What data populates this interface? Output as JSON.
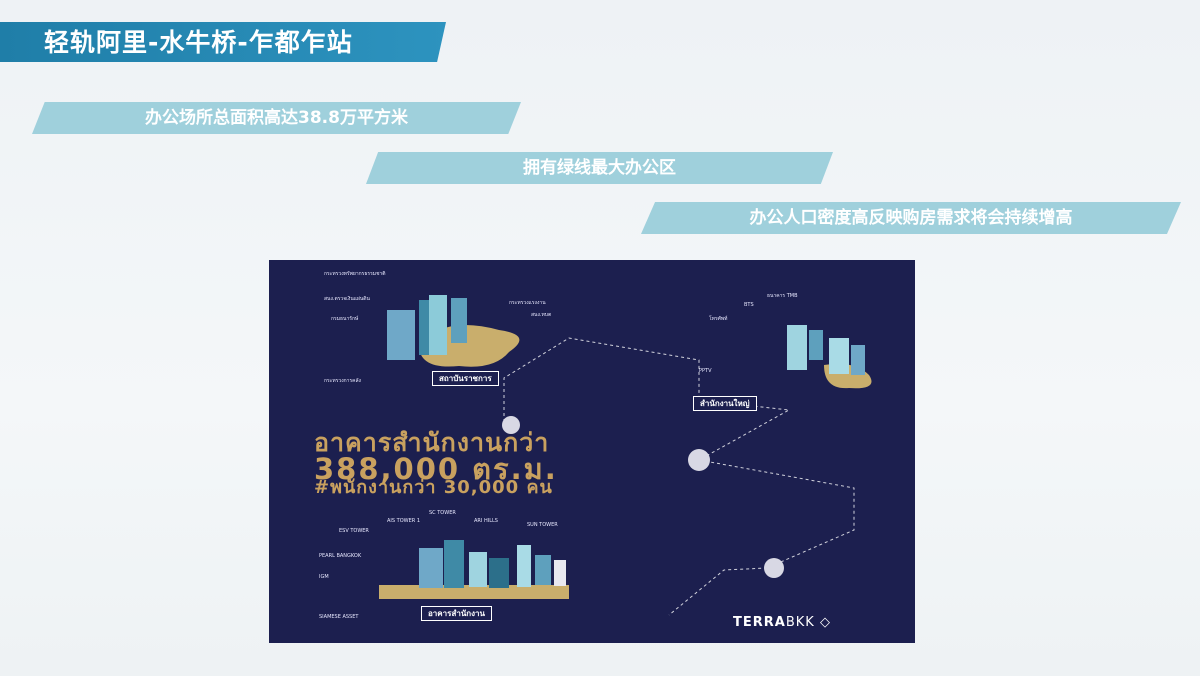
{
  "header": {
    "title": "轻轨阿里-水牛桥-乍都乍站"
  },
  "highlights": [
    {
      "text": "办公场所总面积高达38.8万平方米"
    },
    {
      "text": "拥有绿线最大办公区"
    },
    {
      "text": "办公人口密度高反映购房需求将会持续增高"
    }
  ],
  "infographic": {
    "headline1": "อาคารสำนักงานกว่า",
    "headline2": "388,000 ตร.ม.",
    "headline3": "#พนักงานกว่า 30,000 คน",
    "label_institutions": "สถาบันราชการ",
    "label_hq": "สำนักงานใหญ่",
    "label_offices": "อาคารสำนักงาน",
    "logo_bold": "TERRA",
    "logo_light": "BKK",
    "building_labels": {
      "ais": "AIS TOWER 1",
      "sc": "SC TOWER",
      "ari": "ARI HILLS",
      "sun": "SUN TOWER",
      "esv": "ESV TOWER",
      "pearl": "PEARL BANGKOK",
      "igm": "IGM",
      "siamese": "SIAMESE ASSET",
      "tmb": "ธนาคาร TMB",
      "bts": "BTS"
    }
  },
  "colors": {
    "title_bar": "#1f7ea8",
    "ribbon": "#9fd0dc",
    "infographic_bg": "#1c1f4f",
    "gold": "#c9a15f"
  }
}
